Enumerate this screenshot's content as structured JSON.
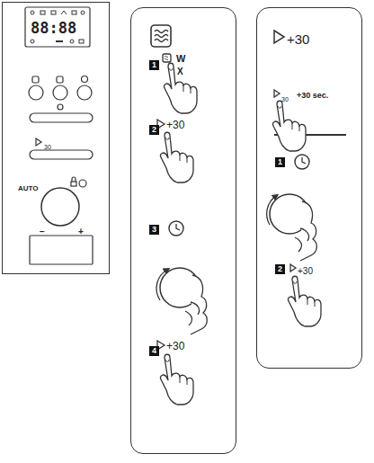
{
  "diagram": {
    "nodes": [
      {
        "text": [
          "88:88",
          "30",
          "AUTO",
          "−",
          "+"
        ]
      },
      {
        "text": [
          "W",
          "X",
          "+30",
          "+30"
        ]
      },
      {
        "text": [
          "1"
        ],
        "in": 1
      },
      {
        "text": [
          "2"
        ],
        "in": 1
      },
      {
        "text": [
          "3"
        ],
        "in": 1
      },
      {
        "text": [
          "4"
        ],
        "in": 1
      },
      {
        "text": [
          "+30",
          "30",
          "+30 sec.",
          "+30"
        ]
      },
      {
        "text": [
          "1"
        ],
        "in": 6
      },
      {
        "text": [
          "2"
        ],
        "in": 6
      }
    ]
  }
}
